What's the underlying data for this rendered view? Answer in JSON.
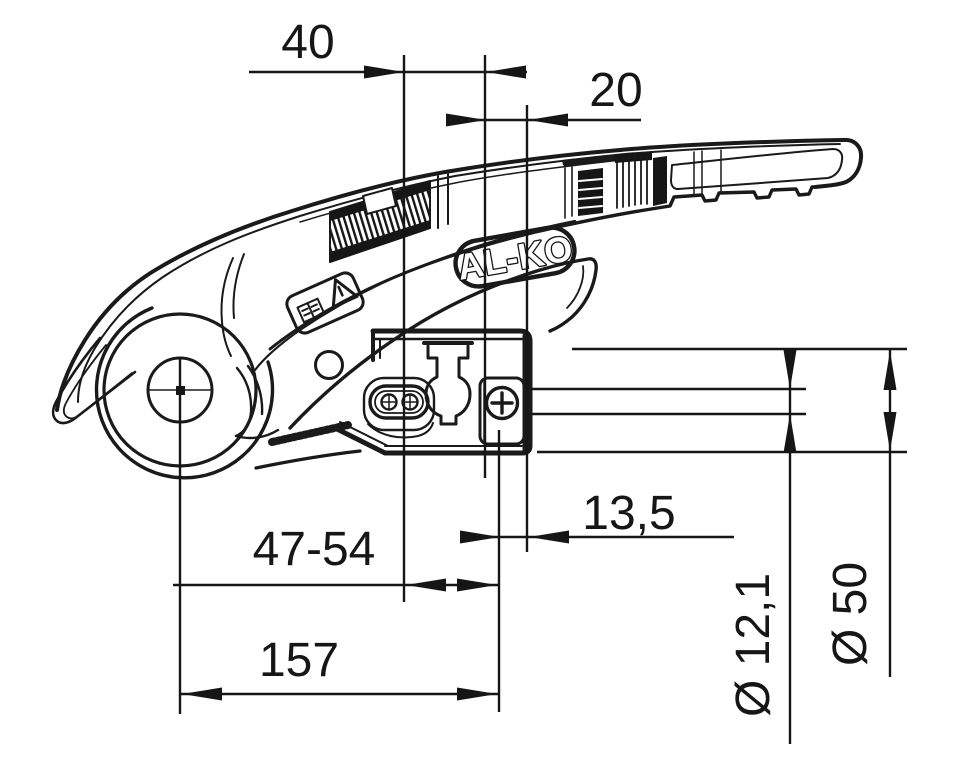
{
  "drawing": {
    "type": "technical-drawing",
    "branding": {
      "logo": "AL-KO"
    },
    "line_color": "#1a1a1a",
    "background": "#ffffff",
    "dimensions": {
      "d40": {
        "label": "40"
      },
      "d20": {
        "label": "20"
      },
      "d13_5": {
        "label": "13,5"
      },
      "d47_54": {
        "label": "47-54"
      },
      "d157": {
        "label": "157"
      },
      "d12_1": {
        "label": "Ø 12,1"
      },
      "d50": {
        "label": "Ø 50"
      }
    }
  }
}
